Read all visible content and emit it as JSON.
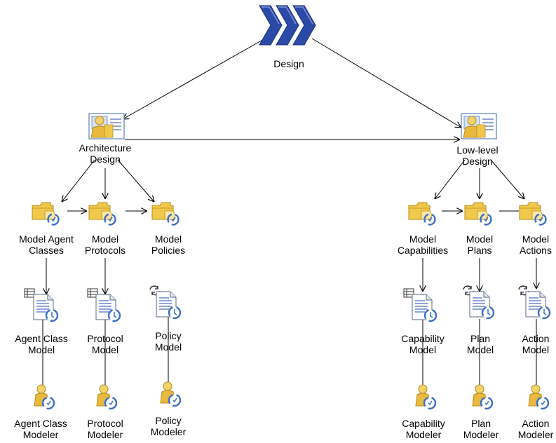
{
  "nodes": {
    "design": {
      "label": "Design",
      "icon": "phase-chevron-icon"
    },
    "architecture_design": {
      "label1": "Architecture",
      "label2": "Design",
      "icon": "work-definition-icon"
    },
    "lowlevel_design": {
      "label1": "Low-level",
      "label2": "Design",
      "icon": "work-definition-icon"
    },
    "model_agent_classes": {
      "label1": "Model Agent",
      "label2": "Classes",
      "icon": "activity-folder-icon"
    },
    "model_protocols": {
      "label1": "Model",
      "label2": "Protocols",
      "icon": "activity-folder-icon"
    },
    "model_policies": {
      "label1": "Model",
      "label2": "Policies",
      "icon": "activity-folder-icon"
    },
    "model_capabilities": {
      "label1": "Model",
      "label2": "Capabilities",
      "icon": "activity-folder-icon"
    },
    "model_plans": {
      "label1": "Model",
      "label2": "Plans",
      "icon": "activity-folder-icon"
    },
    "model_actions": {
      "label1": "Model",
      "label2": "Actions",
      "icon": "activity-folder-icon"
    },
    "agent_class_model": {
      "label1": "Agent Class",
      "label2": "Model",
      "icon": "table-document-icon"
    },
    "protocol_model": {
      "label1": "Protocol",
      "label2": "Model",
      "icon": "table-document-icon"
    },
    "policy_model": {
      "label1": "Policy",
      "label2": "Model",
      "icon": "cycle-document-icon"
    },
    "capability_model": {
      "label1": "Capability",
      "label2": "Model",
      "icon": "table-document-icon"
    },
    "plan_model": {
      "label1": "Plan",
      "label2": "Model",
      "icon": "cycle-document-icon"
    },
    "action_model": {
      "label1": "Action",
      "label2": "Model",
      "icon": "cycle-document-icon"
    },
    "agent_class_modeler": {
      "label1": "Agent Class",
      "label2": "Modeler",
      "icon": "role-person-icon"
    },
    "protocol_modeler": {
      "label1": "Protocol",
      "label2": "Modeler",
      "icon": "role-person-icon"
    },
    "policy_modeler": {
      "label1": "Policy",
      "label2": "Modeler",
      "icon": "role-person-icon"
    },
    "capability_modeler": {
      "label1": "Capability",
      "label2": "Modeler",
      "icon": "role-person-icon"
    },
    "plan_modeler": {
      "label1": "Plan",
      "label2": "Modeler",
      "icon": "role-person-icon"
    },
    "action_modeler": {
      "label1": "Action",
      "label2": "Modeler",
      "icon": "role-person-icon"
    }
  },
  "colors": {
    "chevron": "#2b4aa8",
    "chevron_light": "#7d93d6",
    "folder": "#f0c94c",
    "folder_dark": "#b88a1c",
    "cycle": "#3a6fc9",
    "doc_line": "#6d86c9",
    "person": "#e8b93c"
  }
}
